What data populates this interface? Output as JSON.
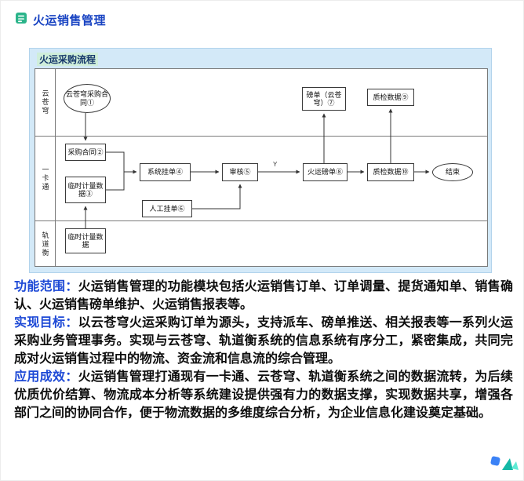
{
  "header": {
    "icon": "document-list-icon",
    "title": "火运销售管理"
  },
  "flow_panel": {
    "title": "火运采购流程",
    "lanes": [
      {
        "label": "云苍穹"
      },
      {
        "label": "一卡通"
      },
      {
        "label": "轨道衡"
      }
    ],
    "nodes": {
      "n1": "云苍穹采购合同①",
      "n2": "采购合同②",
      "n3": "临时计量数据③",
      "n4": "系统挂单④",
      "n5": "审核⑤",
      "n6": "人工挂单⑥",
      "n7": "磅单（云苍穹）⑦",
      "n8": "火运磅单⑧",
      "n9": "质检数据⑨",
      "n10": "质检数据⑩",
      "n11": "临时计量数据",
      "end": "结束"
    },
    "edge_labels": {
      "approved": "Y"
    }
  },
  "paragraphs": [
    {
      "label": "功能范围：",
      "text": "火运销售管理的功能模块包括火运销售订单、订单调量、提货通知单、销售确认、火运销售磅单维护、火运销售报表等。"
    },
    {
      "label": "实现目标：",
      "text": "以云苍穹火运采购订单为源头，支持派车、磅单推送、相关报表等一系列火运采购业务管理事务。实现与云苍穹、轨道衡系统的信息系统有序分工，紧密集成，共同完成对火运销售过程中的物流、资金流和信息流的综合管理。"
    },
    {
      "label": "应用成效：",
      "text": "火运销售管理打通现有一卡通、云苍穹、轨道衡系统之间的数据流转，为后续优质优价结算、物流成本分析等系统建设提供强有力的数据支撑，实现数据共享，增强各部门之间的协同合作，便于物流数据的多维度综合分析，为企业信息化建设奠定基础。"
    }
  ],
  "colors": {
    "accent_blue": "#1d49d6",
    "panel_bg": "#d3e9f8",
    "icon_green": "#2bb48a"
  }
}
